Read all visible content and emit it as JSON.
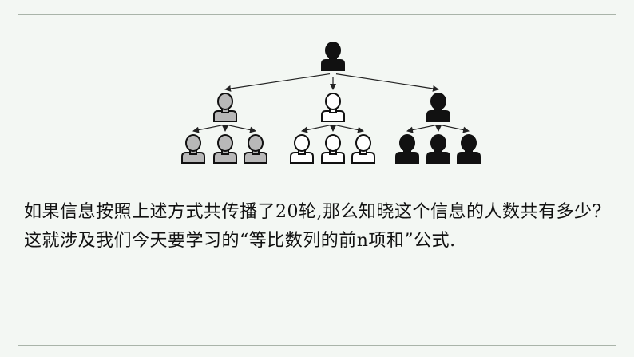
{
  "diagram": {
    "levels": [
      {
        "nodes": [
          {
            "id": "root",
            "color": "#111111",
            "style": "filled"
          }
        ]
      },
      {
        "nodes": [
          {
            "id": "g",
            "color": "#b8b8b8",
            "style": "gray",
            "parent": "root"
          },
          {
            "id": "w",
            "color": "#ffffff",
            "style": "outline",
            "parent": "root"
          },
          {
            "id": "b",
            "color": "#111111",
            "style": "filled",
            "parent": "root"
          }
        ]
      },
      {
        "nodes": [
          {
            "id": "g1",
            "color": "#b8b8b8",
            "style": "gray",
            "parent": "g"
          },
          {
            "id": "g2",
            "color": "#b8b8b8",
            "style": "gray",
            "parent": "g"
          },
          {
            "id": "g3",
            "color": "#b8b8b8",
            "style": "gray",
            "parent": "g"
          },
          {
            "id": "w1",
            "color": "#ffffff",
            "style": "outline",
            "parent": "w"
          },
          {
            "id": "w2",
            "color": "#ffffff",
            "style": "outline",
            "parent": "w"
          },
          {
            "id": "w3",
            "color": "#ffffff",
            "style": "outline",
            "parent": "w"
          },
          {
            "id": "b1",
            "color": "#111111",
            "style": "filled",
            "parent": "b"
          },
          {
            "id": "b2",
            "color": "#111111",
            "style": "filled",
            "parent": "b"
          },
          {
            "id": "b3",
            "color": "#111111",
            "style": "filled",
            "parent": "b"
          }
        ]
      }
    ],
    "colors": {
      "stroke": "#111111",
      "arrow": "#222222"
    }
  },
  "paragraph": {
    "line1": "如果信息按照上述方式共传播了20轮,那么知晓这个信息的人数共有多少?",
    "line2": "这就涉及我们今天要学习的“等比数列的前n项和”公式."
  }
}
